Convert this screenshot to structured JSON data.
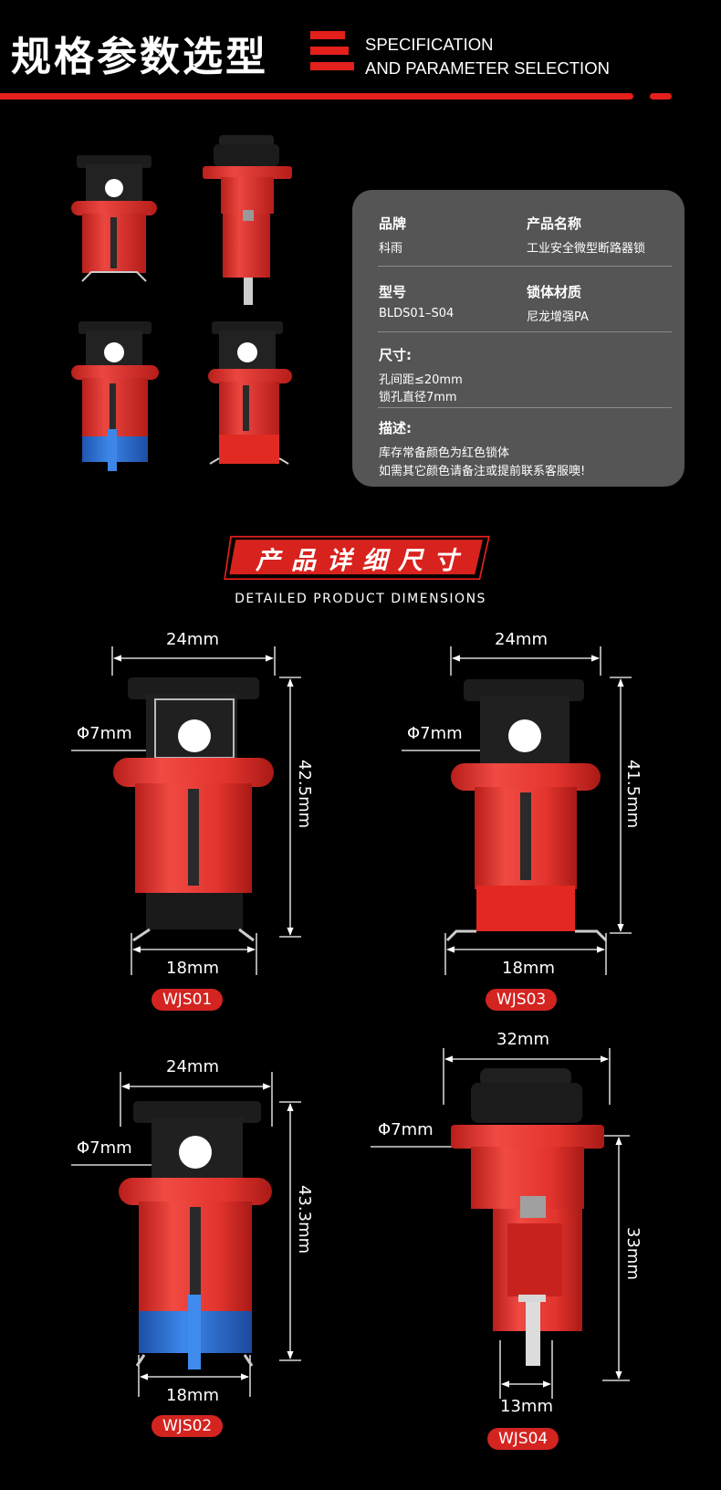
{
  "header": {
    "title_cn": "规格参数选型",
    "title_en_line1": "SPECIFICATION",
    "title_en_line2": "AND PARAMETER SELECTION"
  },
  "spec": {
    "brand_label": "品牌",
    "brand_value": "科雨",
    "name_label": "产品名称",
    "name_value": "工业安全微型断路器锁",
    "model_label": "型号",
    "model_value": "BLDS01–S04",
    "material_label": "锁体材质",
    "material_value": "尼龙增强PA",
    "size_label": "尺寸:",
    "size_line1": "孔间距≤20mm",
    "size_line2": "锁孔直径7mm",
    "desc_label": "描述:",
    "desc_line1": "库存常备颜色为红色锁体",
    "desc_line2": "如需其它颜色请备注或提前联系客服噢!"
  },
  "section": {
    "title_cn": "产品详细尺寸",
    "title_en": "DETAILED PRODUCT DIMENSIONS"
  },
  "products": [
    {
      "model": "WJS01",
      "top_width": "24mm",
      "hole": "Φ7mm",
      "height": "42.5mm",
      "bottom_width": "18mm"
    },
    {
      "model": "WJS03",
      "top_width": "24mm",
      "hole": "Φ7mm",
      "height": "41.5mm",
      "bottom_width": "18mm"
    },
    {
      "model": "WJS02",
      "top_width": "24mm",
      "hole": "Φ7mm",
      "height": "43.3mm",
      "bottom_width": "18mm"
    },
    {
      "model": "WJS04",
      "top_width": "32mm",
      "hole": "Φ7mm",
      "height": "33mm",
      "bottom_width": "13mm"
    }
  ],
  "colors": {
    "accent": "#e3201b",
    "body_red": "#e23a35",
    "base_blue": "#2f6fcf",
    "panel": "#555555"
  }
}
